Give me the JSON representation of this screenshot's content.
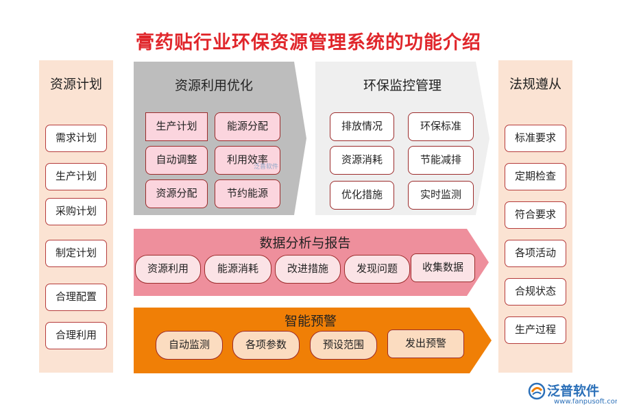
{
  "title": "膏药贴行业环保资源管理系统的功能介绍",
  "left_column": {
    "title": "资源计划",
    "items": [
      "需求计划",
      "生产计划",
      "采购计划",
      "制定计划",
      "合理配置",
      "合理利用"
    ]
  },
  "right_column": {
    "title": "法规遵从",
    "items": [
      "标准要求",
      "定期检查",
      "符合要求",
      "各项活动",
      "合规状态",
      "生产过程"
    ]
  },
  "resource_optimization": {
    "title": "资源利用优化",
    "items": [
      "生产计划",
      "能源分配",
      "自动调整",
      "利用效率",
      "资源分配",
      "节约能源"
    ]
  },
  "env_monitoring": {
    "title": "环保监控管理",
    "items": [
      "排放情况",
      "环保标准",
      "资源消耗",
      "节能减排",
      "优化措施",
      "实时监测"
    ]
  },
  "data_analysis": {
    "title": "数据分析与报告",
    "items": [
      "资源利用",
      "能源消耗",
      "改进措施",
      "发现问题",
      "收集数据"
    ]
  },
  "smart_warning": {
    "title": "智能预警",
    "items": [
      "自动监测",
      "各项参数",
      "预设范围",
      "发出预警"
    ]
  },
  "watermark": "泛普软件",
  "logo": {
    "name": "泛普软件",
    "url": "www.fanpusoft.com"
  },
  "colors": {
    "title": "#e0262b",
    "column_bg": "#fbe3d3",
    "gray_block": "#bdbdbd",
    "light_block": "#efefef",
    "pink_block": "#ee8f9c",
    "orange_block": "#f07f06",
    "logo": "#2a6fb8"
  }
}
